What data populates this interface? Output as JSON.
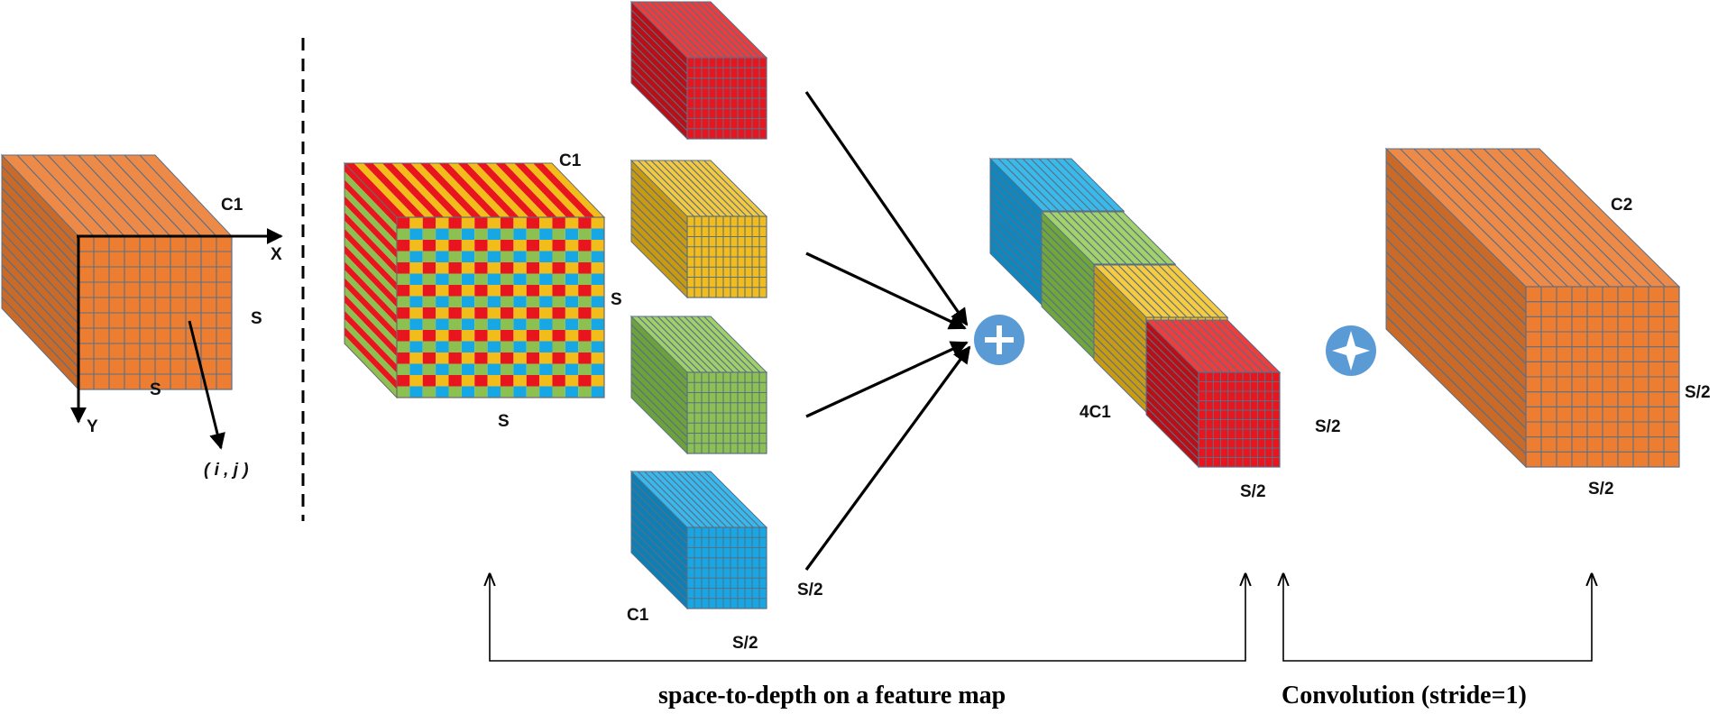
{
  "labels": {
    "input_c1": "C1",
    "input_s_right": "S",
    "input_s_bottom": "S",
    "axis_x": "X",
    "axis_y": "Y",
    "pixel": "( i , j )",
    "mixed_c1": "C1",
    "mixed_s_right": "S",
    "mixed_s_bottom": "S",
    "slice_c1": "C1",
    "slice_s2_right": "S/2",
    "slice_s2_bottom": "S/2",
    "stack_channels": "4C1",
    "stack_s2_right": "S/2",
    "stack_s2_bottom": "S/2",
    "output_c2": "C2",
    "output_s2_right": "S/2",
    "output_s2_bottom": "S/2"
  },
  "captions": {
    "space_to_depth": "space-to-depth on a feature map",
    "convolution": "Convolution (stride=1)"
  },
  "operators": {
    "concat": "concat-plus-icon",
    "conv": "conv-star-icon"
  },
  "colors": {
    "orange": "#ED7D31",
    "red": "#E8141E",
    "yellow": "#F2BC1A",
    "green": "#8CC152",
    "blue": "#16A7E4",
    "operator": "#5B9BD5",
    "grid_line": "#5A6F85"
  }
}
